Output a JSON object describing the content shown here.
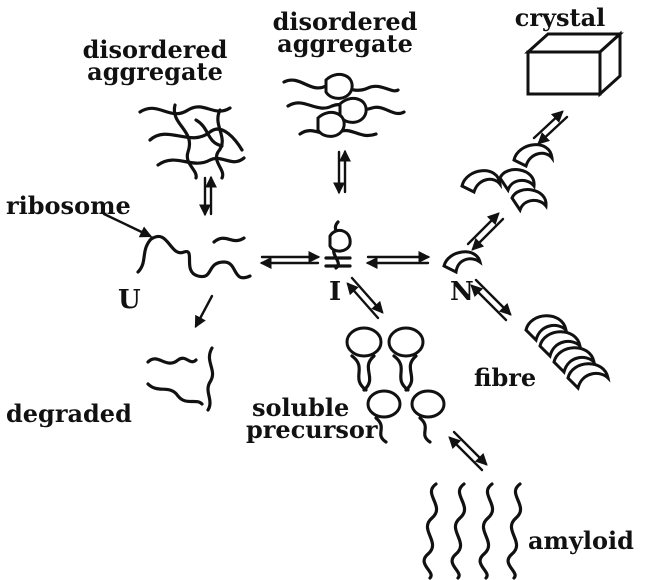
{
  "labels": {
    "disordered_aggregate_left_line1": "disordered",
    "disordered_aggregate_left_line2": "aggregate",
    "disordered_aggregate_mid_line1": "disordered",
    "disordered_aggregate_mid_line2": "aggregate",
    "crystal": "crystal",
    "ribosome": "ribosome",
    "state_u": "U",
    "state_i": "I",
    "state_n": "N",
    "degraded": "degraded",
    "soluble_line1": "soluble",
    "soluble_line2": "precursor",
    "fibre": "fibre",
    "amyloid": "amyloid"
  }
}
